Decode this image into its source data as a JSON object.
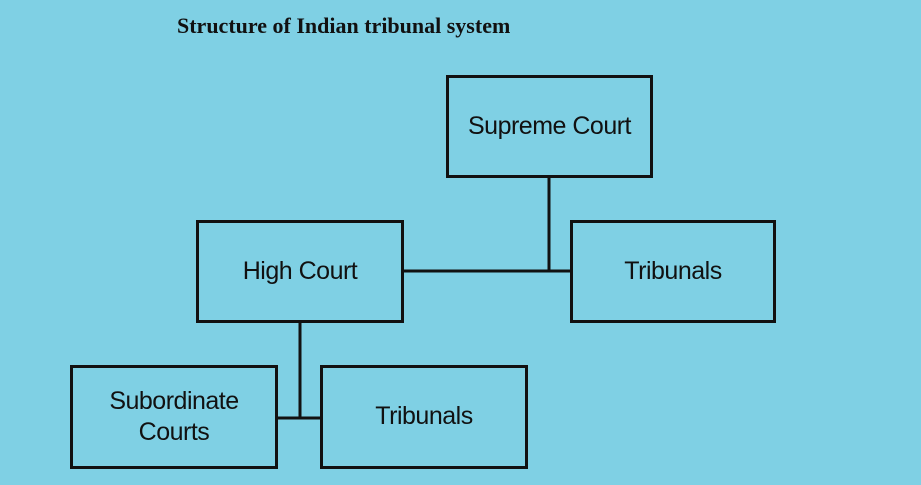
{
  "title": "Structure of Indian tribunal system",
  "nodes": {
    "supreme_court": "Supreme Court",
    "high_court": "High Court",
    "tribunals_upper": "Tribunals",
    "subordinate_courts_line1": "Subordinate",
    "subordinate_courts_line2": "Courts",
    "tribunals_lower": "Tribunals"
  },
  "colors": {
    "background": "#7fd0e4",
    "stroke": "#111111"
  }
}
